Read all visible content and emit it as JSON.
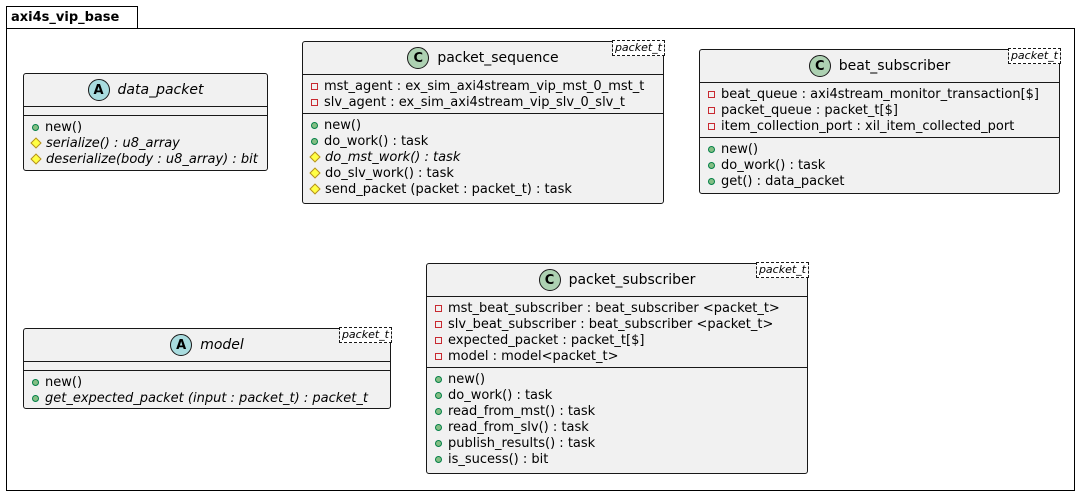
{
  "package": {
    "name": "axi4s_vip_base"
  },
  "classes": {
    "data_packet": {
      "kind": "A",
      "name": "data_packet",
      "attributes": [],
      "methods": [
        {
          "vis": "public",
          "text": "new()",
          "italic": false
        },
        {
          "vis": "protected",
          "text": "serialize() : u8_array",
          "italic": true
        },
        {
          "vis": "protected",
          "text": "deserialize(body : u8_array) : bit",
          "italic": true
        }
      ]
    },
    "packet_sequence": {
      "kind": "C",
      "name": "packet_sequence",
      "template": "packet_t",
      "attributes": [
        {
          "vis": "private",
          "text": "mst_agent : ex_sim_axi4stream_vip_mst_0_mst_t"
        },
        {
          "vis": "private",
          "text": "slv_agent : ex_sim_axi4stream_vip_slv_0_slv_t"
        }
      ],
      "methods": [
        {
          "vis": "public",
          "text": "new()",
          "italic": false
        },
        {
          "vis": "public",
          "text": "do_work() : task",
          "italic": false
        },
        {
          "vis": "protected",
          "text": "do_mst_work() : task",
          "italic": true
        },
        {
          "vis": "protected",
          "text": "do_slv_work() : task",
          "italic": false
        },
        {
          "vis": "protected",
          "text": "send_packet (packet : packet_t) : task",
          "italic": false
        }
      ]
    },
    "beat_subscriber": {
      "kind": "C",
      "name": "beat_subscriber",
      "template": "packet_t",
      "attributes": [
        {
          "vis": "private",
          "text": "beat_queue : axi4stream_monitor_transaction[$]"
        },
        {
          "vis": "private",
          "text": "packet_queue : packet_t[$]"
        },
        {
          "vis": "private",
          "text": "item_collection_port : xil_item_collected_port"
        }
      ],
      "methods": [
        {
          "vis": "public",
          "text": "new()",
          "italic": false
        },
        {
          "vis": "public",
          "text": "do_work() : task",
          "italic": false
        },
        {
          "vis": "public",
          "text": "get() : data_packet",
          "italic": false
        }
      ]
    },
    "model": {
      "kind": "A",
      "name": "model",
      "template": "packet_t",
      "attributes": [],
      "methods": [
        {
          "vis": "public",
          "text": "new()",
          "italic": false
        },
        {
          "vis": "public",
          "text": "get_expected_packet (input : packet_t) : packet_t",
          "italic": true
        }
      ]
    },
    "packet_subscriber": {
      "kind": "C",
      "name": "packet_subscriber",
      "template": "packet_t",
      "attributes": [
        {
          "vis": "private",
          "text": "mst_beat_subscriber : beat_subscriber <packet_t>"
        },
        {
          "vis": "private",
          "text": "slv_beat_subscriber : beat_subscriber <packet_t>"
        },
        {
          "vis": "private",
          "text": "expected_packet : packet_t[$]"
        },
        {
          "vis": "private",
          "text": "model : model<packet_t>"
        }
      ],
      "methods": [
        {
          "vis": "public",
          "text": "new()",
          "italic": false
        },
        {
          "vis": "public",
          "text": "do_work() : task",
          "italic": false
        },
        {
          "vis": "public",
          "text": "read_from_mst() : task",
          "italic": false
        },
        {
          "vis": "public",
          "text": "read_from_slv() : task",
          "italic": false
        },
        {
          "vis": "public",
          "text": "publish_results() : task",
          "italic": false
        },
        {
          "vis": "public",
          "text": "is_sucess() : bit",
          "italic": false
        }
      ]
    }
  }
}
